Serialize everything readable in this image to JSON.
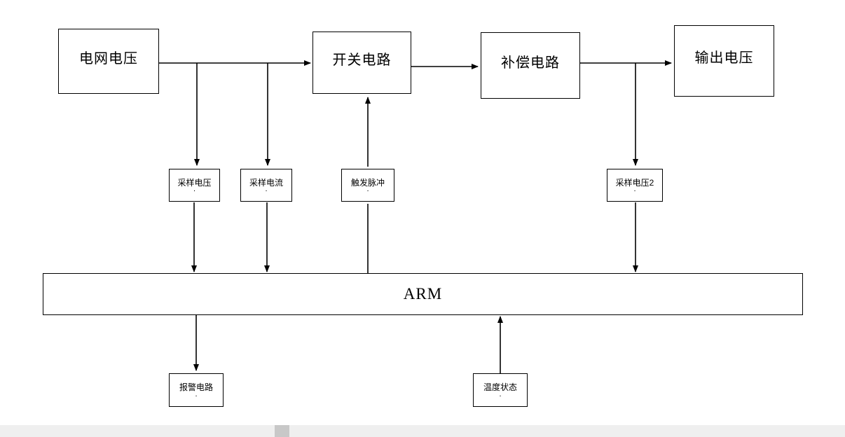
{
  "diagram": {
    "title": "ARM based voltage regulator block diagram",
    "line_color": "#000000",
    "box_fill": "#ffffff",
    "nodes": [
      {
        "id": "grid-voltage",
        "label": "电网电压",
        "dot": ""
      },
      {
        "id": "switch-circuit",
        "label": "开关电路",
        "dot": ""
      },
      {
        "id": "compensation",
        "label": "补偿电路",
        "dot": ""
      },
      {
        "id": "output-voltage",
        "label": "输出电压",
        "dot": ""
      },
      {
        "id": "sample-voltage",
        "label": "采样电压",
        "dot": "."
      },
      {
        "id": "sample-current",
        "label": "采样电流",
        "dot": "."
      },
      {
        "id": "trigger-pulse",
        "label": "触发脉冲",
        "dot": "."
      },
      {
        "id": "sample-voltage-2",
        "label": "采样电压2",
        "dot": "."
      },
      {
        "id": "arm",
        "label": "ARM",
        "dot": ""
      },
      {
        "id": "alarm-circuit",
        "label": "报警电路",
        "dot": "."
      },
      {
        "id": "temp-status",
        "label": "温度状态",
        "dot": "."
      }
    ]
  },
  "scrollbar": {
    "orientation": "horizontal",
    "track_color": "#efefef",
    "thumb_color": "#c8c8c8"
  }
}
